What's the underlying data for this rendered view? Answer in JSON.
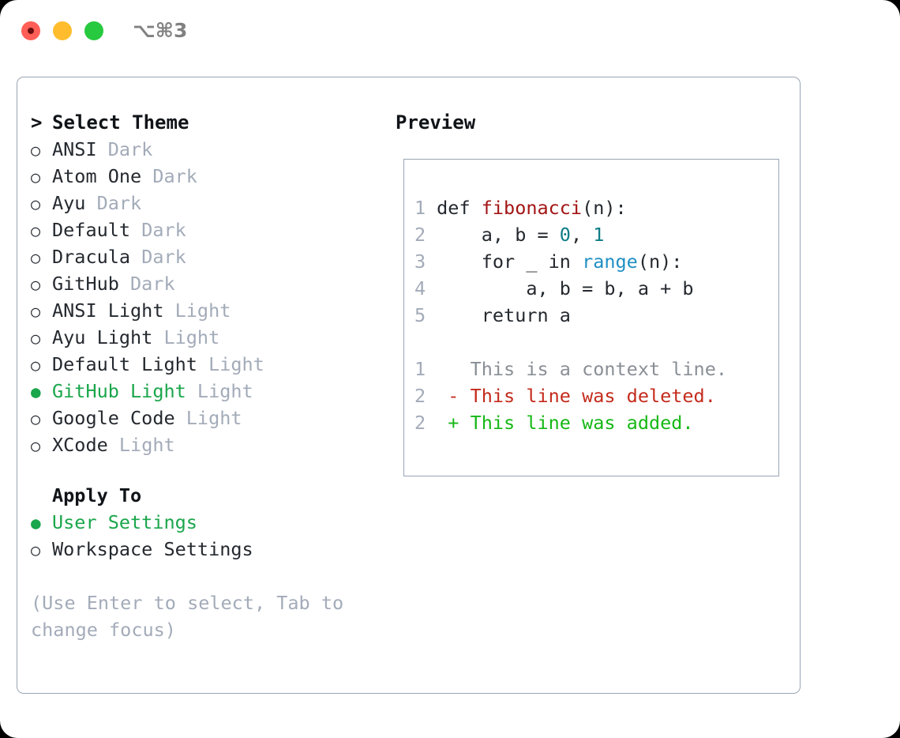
{
  "titlebar": {
    "shortcut": "⌥⌘3",
    "buttons": {
      "close": "close-button",
      "minimize": "minimize-button",
      "maximize": "maximize-button"
    }
  },
  "theme_picker": {
    "header_caret": ">",
    "header": "Select Theme",
    "bullet_unselected": "○",
    "bullet_selected": "●",
    "items": [
      {
        "name": "ANSI",
        "kind": "Dark",
        "selected": false
      },
      {
        "name": "Atom One",
        "kind": "Dark",
        "selected": false
      },
      {
        "name": "Ayu",
        "kind": "Dark",
        "selected": false
      },
      {
        "name": "Default",
        "kind": "Dark",
        "selected": false
      },
      {
        "name": "Dracula",
        "kind": "Dark",
        "selected": false
      },
      {
        "name": "GitHub",
        "kind": "Dark",
        "selected": false
      },
      {
        "name": "ANSI Light",
        "kind": "Light",
        "selected": false
      },
      {
        "name": "Ayu Light",
        "kind": "Light",
        "selected": false
      },
      {
        "name": "Default Light",
        "kind": "Light",
        "selected": false
      },
      {
        "name": "GitHub Light",
        "kind": "Light",
        "selected": true
      },
      {
        "name": "Google Code",
        "kind": "Light",
        "selected": false
      },
      {
        "name": "XCode",
        "kind": "Light",
        "selected": false
      }
    ]
  },
  "apply_to": {
    "title": "Apply To",
    "options": [
      {
        "label": "User Settings",
        "selected": true
      },
      {
        "label": "Workspace Settings",
        "selected": false
      }
    ]
  },
  "hint": "(Use Enter to select, Tab to change focus)",
  "preview": {
    "title": "Preview",
    "code_lines": [
      {
        "no": "1",
        "parts": [
          {
            "t": "def ",
            "c": "plain"
          },
          {
            "t": "fibonacci",
            "c": "fn"
          },
          {
            "t": "(n):",
            "c": "plain"
          }
        ]
      },
      {
        "no": "2",
        "parts": [
          {
            "t": "    a, b = ",
            "c": "plain"
          },
          {
            "t": "0",
            "c": "num"
          },
          {
            "t": ", ",
            "c": "plain"
          },
          {
            "t": "1",
            "c": "num"
          }
        ]
      },
      {
        "no": "3",
        "parts": [
          {
            "t": "    for _ in ",
            "c": "plain"
          },
          {
            "t": "range",
            "c": "call"
          },
          {
            "t": "(n):",
            "c": "plain"
          }
        ]
      },
      {
        "no": "4",
        "parts": [
          {
            "t": "        a, b = b, a + b",
            "c": "plain"
          }
        ]
      },
      {
        "no": "5",
        "parts": [
          {
            "t": "    return a",
            "c": "plain"
          }
        ]
      }
    ],
    "diff_lines": [
      {
        "no": "1",
        "marker": "  ",
        "text": "This is a context line.",
        "c": "ctx"
      },
      {
        "no": "2",
        "marker": "- ",
        "text": "This line was deleted.",
        "c": "del"
      },
      {
        "no": "2",
        "marker": "+ ",
        "text": "This line was added.",
        "c": "add"
      }
    ]
  },
  "colors": {
    "selected_green": "#1aa64b",
    "muted_gray": "#a3abb9",
    "text_dark": "#24292f",
    "border": "#9aa5b4",
    "diff_added": "#16b816",
    "diff_deleted": "#c42b1c",
    "syntax_function": "#a31515",
    "syntax_number": "#0e7c86",
    "syntax_call": "#1f8fc4",
    "traffic_red": "#FF5F57",
    "traffic_yellow": "#FFBD2E",
    "traffic_green": "#27C93F"
  }
}
